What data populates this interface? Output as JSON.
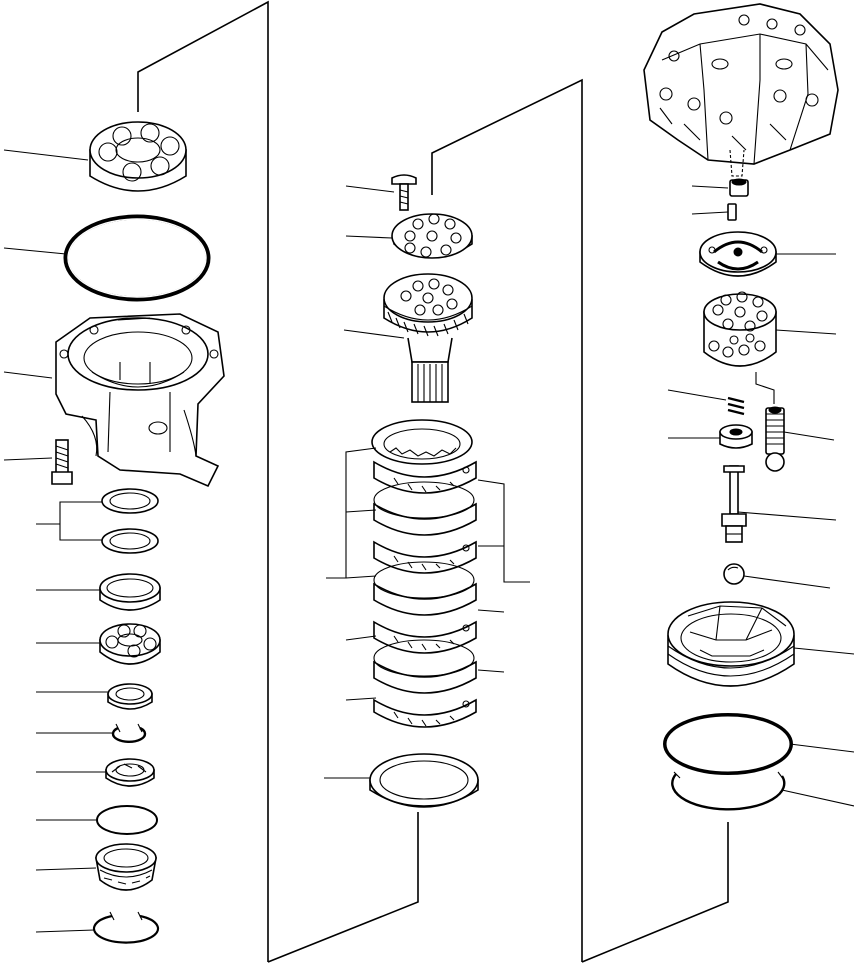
{
  "diagram": {
    "kind": "exploded parts drawing",
    "groups": [
      {
        "id": "left-assembly",
        "parts": [
          "bearing",
          "o-ring",
          "housing",
          "bolt",
          "shims",
          "seal",
          "bearing-small",
          "spacer",
          "snap-ring",
          "bearing-race",
          "o-ring-small",
          "retainer",
          "snap-ring-large"
        ]
      },
      {
        "id": "center-assembly",
        "parts": [
          "screw",
          "plate",
          "shaft",
          "friction-plates",
          "thrust-washer"
        ]
      },
      {
        "id": "right-assembly",
        "parts": [
          "housing-top",
          "plug",
          "pin",
          "valve-plate",
          "cylinder-block",
          "spring",
          "collar",
          "piston",
          "spindle",
          "ball",
          "cover",
          "o-ring-large",
          "back-up-ring"
        ]
      }
    ],
    "labels": []
  }
}
